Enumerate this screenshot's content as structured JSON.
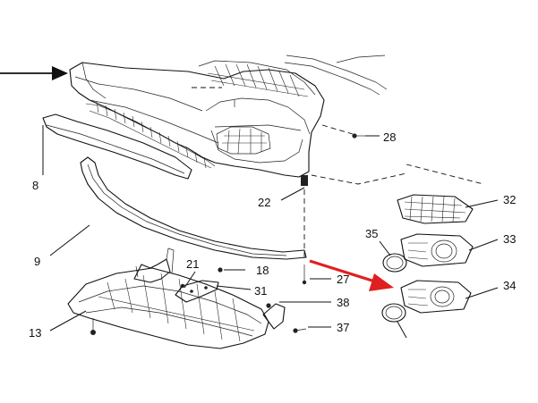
{
  "callouts": {
    "c28": "28",
    "c8": "8",
    "c22": "22",
    "c32": "32",
    "c9": "9",
    "c35": "35",
    "c33": "33",
    "c21": "21",
    "c18": "18",
    "c27": "27",
    "c34": "34",
    "c31": "31",
    "c38": "38",
    "c13": "13",
    "c37": "37"
  },
  "colors": {
    "line": "#111111",
    "highlight_arrow": "#e02020",
    "background": "#ffffff"
  },
  "icons": {
    "pointer_arrow": "black-arrow-icon",
    "highlight_arrow": "red-arrow-icon"
  }
}
